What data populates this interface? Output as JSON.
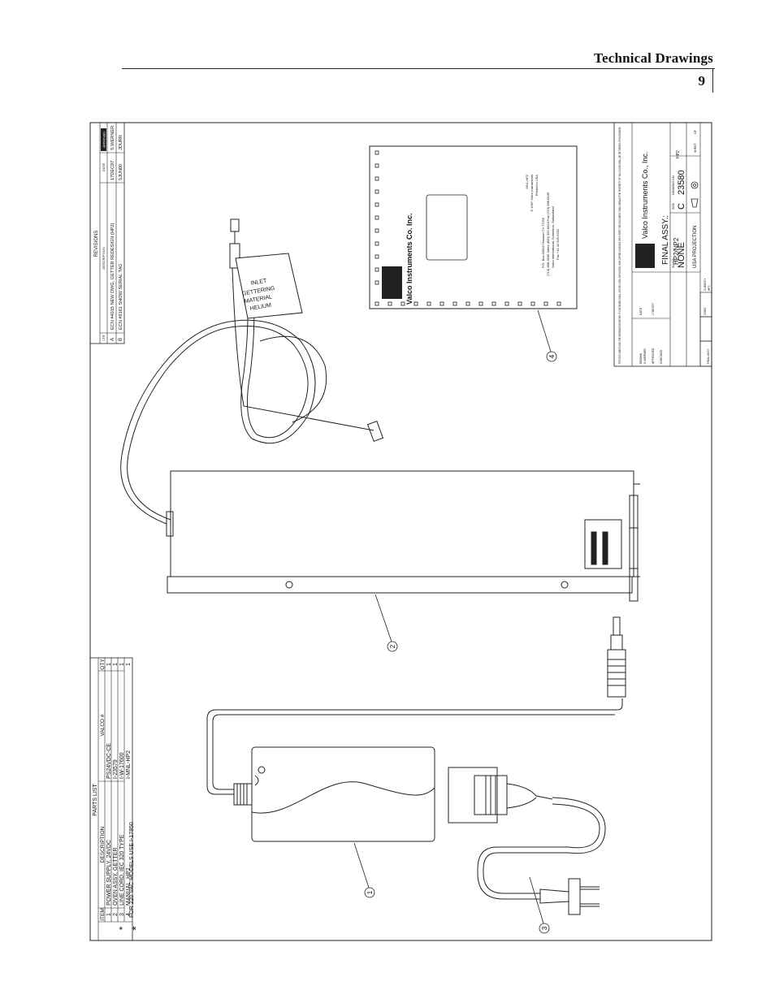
{
  "header": {
    "title": "Technical Drawings",
    "page_number": "9"
  },
  "revisions": {
    "title": "REVISIONS",
    "col_ltr": "LTR",
    "col_description": "DESCRIPTION",
    "col_date": "DATE",
    "col_approved": "APPROVED",
    "rows": [
      {
        "ltr": "A",
        "description": "ECN #4015  NEW DWG, GETTER REDESIGN (HP2)",
        "date": "17DEC97",
        "approved": "S.WERNER"
      },
      {
        "ltr": "B",
        "description": "ECN #5161  SHOW SERIAL TAG",
        "date": "5JUN00",
        "approved": "JDURR"
      }
    ]
  },
  "parts_list": {
    "title": "PARTS LIST",
    "col_item": "ITEM",
    "col_description": "DESCRIPTION",
    "col_valco": "VALCO #",
    "col_qty": "QTY",
    "rows": [
      {
        "item": "1",
        "description": "POWER SUPPLY, 24VDC",
        "valco": "PS24VDC-CE",
        "qty": "1",
        "star": ""
      },
      {
        "item": "2",
        "description": "OVEN ASSY, GETTER",
        "valco": "I-23579",
        "qty": "1",
        "star": ""
      },
      {
        "item": "3",
        "description": "LINE CORD, IEC 320 TYPE",
        "valco": "I-W-17600",
        "qty": "1",
        "star": "*"
      },
      {
        "item": "4",
        "description": "MANUAL, HP2",
        "valco": "I-MNL-HP2",
        "qty": "1",
        "star": ""
      }
    ],
    "note_star": "*",
    "note": "FOR 220 VAC MODELS USE I-17850"
  },
  "callouts": [
    "1",
    "2",
    "3",
    "4"
  ],
  "tag": {
    "lines": [
      "INLET",
      "GETTERING",
      "MATERIAL",
      "HELIUM"
    ]
  },
  "manual": {
    "company": "Valco Instruments Co. Inc.",
    "footer_lines": [
      "MNL-HP2",
      "© 1997 Valco Instruments",
      "Printed in USA",
      "P.O. Box 55603 Houston TX 77255",
      "(713) 688-9345  Sales (800) 367-8424  Fax (713) 688-8106",
      "Valco International, Schenkon, Switzerland",
      "Fax +41 41 925-6201"
    ]
  },
  "title_block": {
    "notice": "THIS DOCUMENT AND THE INFORMATION WITHIN IT CONTAINED SHALL NOT BE USED, EXPLOITED, NOR COPIED IN WHOLE OR IN PART. THE DOCUMENT SHALL REMAIN THE PROPERTY OF VALCO AND SHALL BE RETURNED UPON DEMAND.",
    "company": "Valco Instruments Co., Inc.",
    "title_label": "FINAL ASSY.:",
    "title_value": "HP2/NP2",
    "model": "HP2",
    "scale_label": "SCALE",
    "scale_value": "NONE",
    "size_label": "SIZE",
    "size_value": "C",
    "drawing_no_label": "DRAWING NO.",
    "drawing_no_value": "23580",
    "sheet_label": "SHEET",
    "of_label": "OF",
    "projection": "USA PROJECTION",
    "drawn_label": "DRAWN",
    "drawn_by": "S.WERNER",
    "date_label": "DATE",
    "date_value": "17DEC97",
    "approved_label": "APPROVED",
    "checked_label": "CHECKED",
    "final_assy_small": "FINAL ASSY",
    "sub_label": "SUBASSY",
    "sub_value": "HP2",
    "final_value": "23580"
  }
}
